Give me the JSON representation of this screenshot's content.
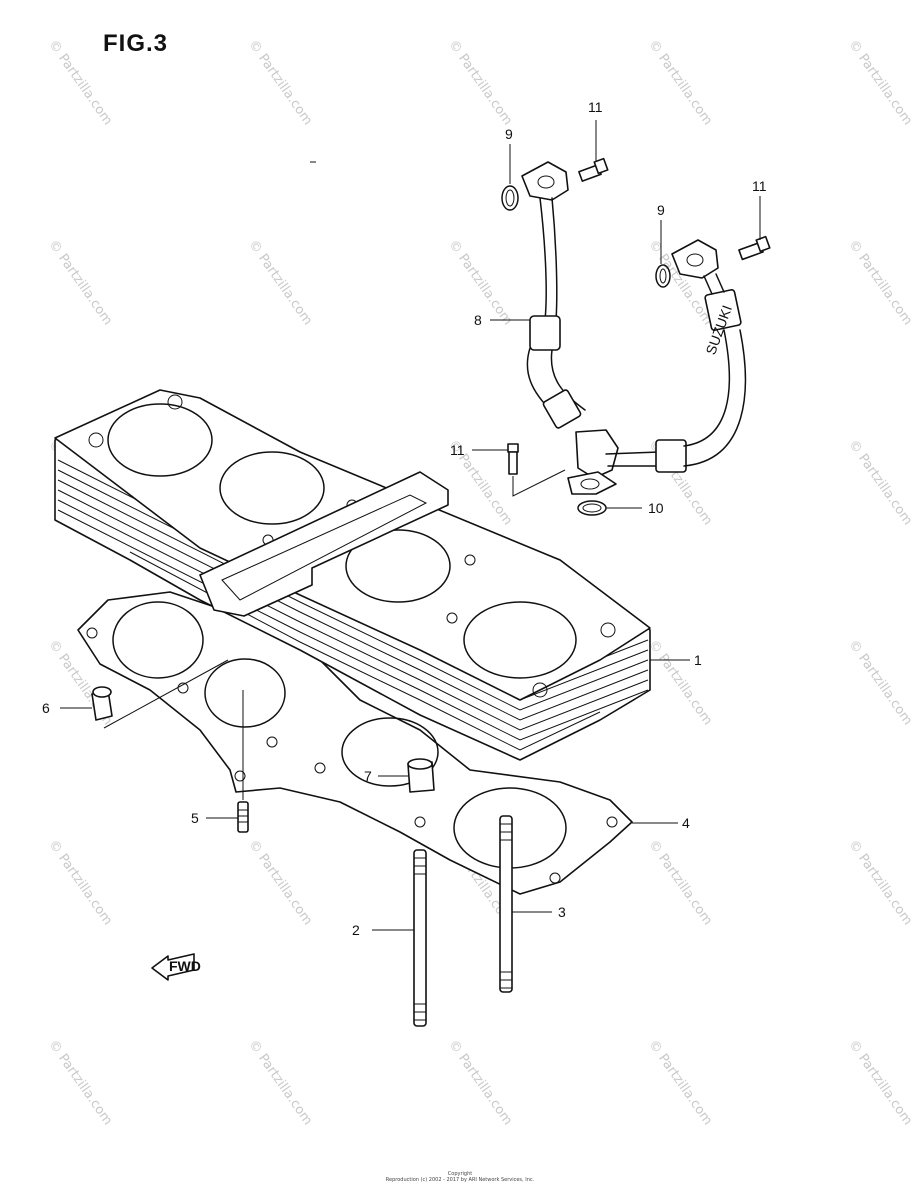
{
  "figure": {
    "title": "FIG.3"
  },
  "callouts": [
    {
      "id": "c1",
      "label": "1"
    },
    {
      "id": "c2",
      "label": "2"
    },
    {
      "id": "c3",
      "label": "3"
    },
    {
      "id": "c4",
      "label": "4"
    },
    {
      "id": "c5",
      "label": "5"
    },
    {
      "id": "c6",
      "label": "6"
    },
    {
      "id": "c7",
      "label": "7"
    },
    {
      "id": "c8",
      "label": "8"
    },
    {
      "id": "c9a",
      "label": "9"
    },
    {
      "id": "c9b",
      "label": "9"
    },
    {
      "id": "c10",
      "label": "10"
    },
    {
      "id": "c11a",
      "label": "11"
    },
    {
      "id": "c11b",
      "label": "11"
    },
    {
      "id": "c11c",
      "label": "11"
    }
  ],
  "watermark": {
    "text": "© Partzilla.com"
  },
  "fwd_arrow": {
    "label": "FWD"
  },
  "hose_marking": {
    "text": "SUZUKI"
  },
  "footer": {
    "line1": "Copyright",
    "line2": "Reproduction (c) 2002 - 2017 by ARI Network Services, Inc."
  }
}
